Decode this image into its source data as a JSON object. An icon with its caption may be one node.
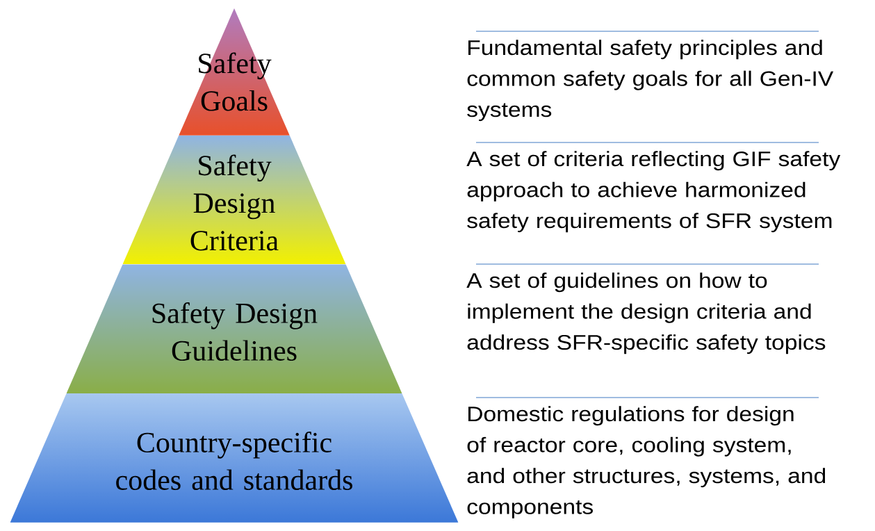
{
  "diagram": {
    "nodes": [
      {
        "text": [
          "Safety Goals"
        ]
      },
      {
        "text": [
          "Safety Design Criteria"
        ]
      },
      {
        "text": [
          "Safety Design Guidelines"
        ]
      },
      {
        "text": [
          "Country-specific codes and standards"
        ]
      }
    ],
    "labels": [
      "Fundamental safety principles and common safety goals for all Gen-IV systems",
      "A set of criteria reflecting GIF safety approach to achieve harmonized safety requirements of SFR system",
      "A set of guidelines on how to implement the design criteria and address SFR-specific safety topics",
      "Domestic regulations for design of reactor core, cooling system, and other structures, systems, and components"
    ]
  }
}
